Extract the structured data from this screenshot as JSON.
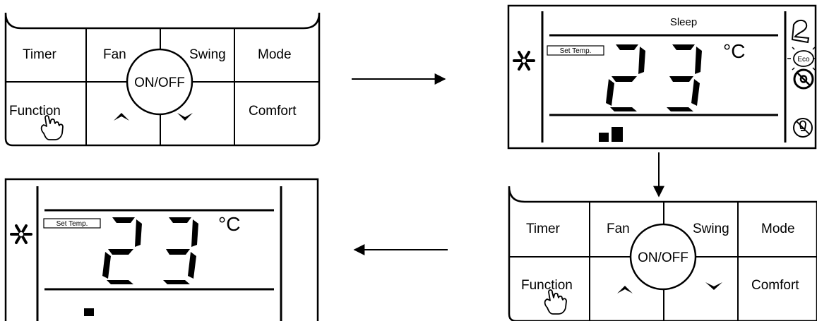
{
  "keypad_top": {
    "timer": "Timer",
    "fan": "Fan",
    "swing": "Swing",
    "mode": "Mode",
    "on_off": "ON/OFF",
    "function": "Function",
    "comfort": "Comfort"
  },
  "keypad_bottom": {
    "timer": "Timer",
    "fan": "Fan",
    "swing": "Swing",
    "mode": "Mode",
    "on_off": "ON/OFF",
    "function": "Function",
    "comfort": "Comfort"
  },
  "display_right": {
    "sleep_label": "Sleep",
    "set_temp_label": "Set Temp.",
    "temperature": "23",
    "unit": "°C",
    "eco_label": "Eco",
    "fan_level": 2
  },
  "display_left": {
    "set_temp_label": "Set Temp.",
    "temperature": "23",
    "unit": "°C",
    "fan_level": 1
  },
  "icons": {
    "mode": "snowflake-icon",
    "press": "pointing-hand-icon",
    "up": "chevron-up-icon",
    "down": "chevron-down-icon"
  }
}
